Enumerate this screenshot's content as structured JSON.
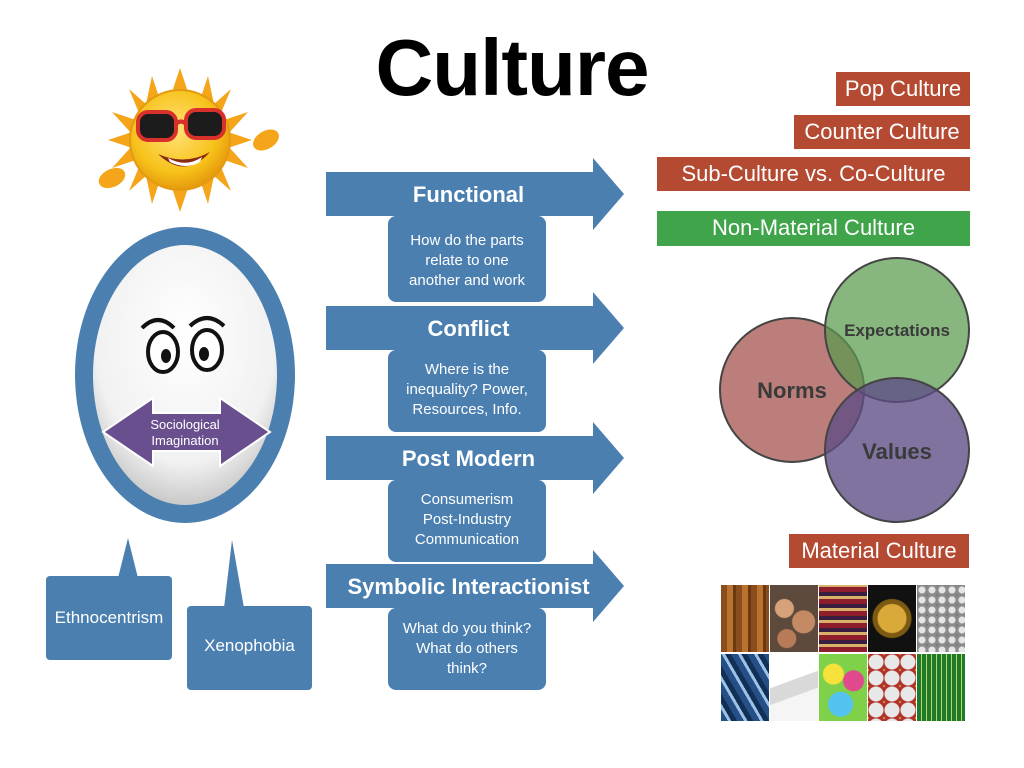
{
  "title": "Culture",
  "perspectives": [
    {
      "name": "Functional",
      "description": [
        "How do the parts",
        "relate to one",
        "another and work"
      ]
    },
    {
      "name": "Conflict",
      "description": [
        "Where is the",
        "inequality? Power,",
        "Resources, Info."
      ]
    },
    {
      "name": "Post Modern",
      "description": [
        "Consumerism",
        "Post-Industry",
        "Communication"
      ]
    },
    {
      "name": "Symbolic Interactionist",
      "description": [
        "What do you think?",
        "What do others",
        "think?"
      ]
    }
  ],
  "face": {
    "center_label_line1": "Sociological",
    "center_label_line2": "Imagination"
  },
  "bubbles": {
    "left": "Ethnocentrism",
    "right": "Xenophobia"
  },
  "culture_types": {
    "pop": "Pop Culture",
    "counter": "Counter Culture",
    "sub": "Sub-Culture vs. Co-Culture",
    "non_material": "Non-Material Culture",
    "material": "Material Culture"
  },
  "venn": {
    "norms": "Norms",
    "expectations": "Expectations",
    "values": "Values"
  },
  "colors": {
    "blue": "#4a7fb0",
    "red_tag": "#b54a32",
    "green_tag": "#3fa44a",
    "venn_red": "#a85a55",
    "venn_green": "#5a9a4e",
    "venn_purple": "#5e4c85",
    "sun": "#f7c21a",
    "arrow_purple": "#6a4f8e"
  },
  "icons": {
    "sun": "sun-with-sunglasses-icon",
    "face": "egg-face-icon"
  },
  "material_tiles": [
    "wood",
    "pottery",
    "textile",
    "ornament",
    "metal",
    "glass-building",
    "paper",
    "cups",
    "cans",
    "circuit-board"
  ]
}
